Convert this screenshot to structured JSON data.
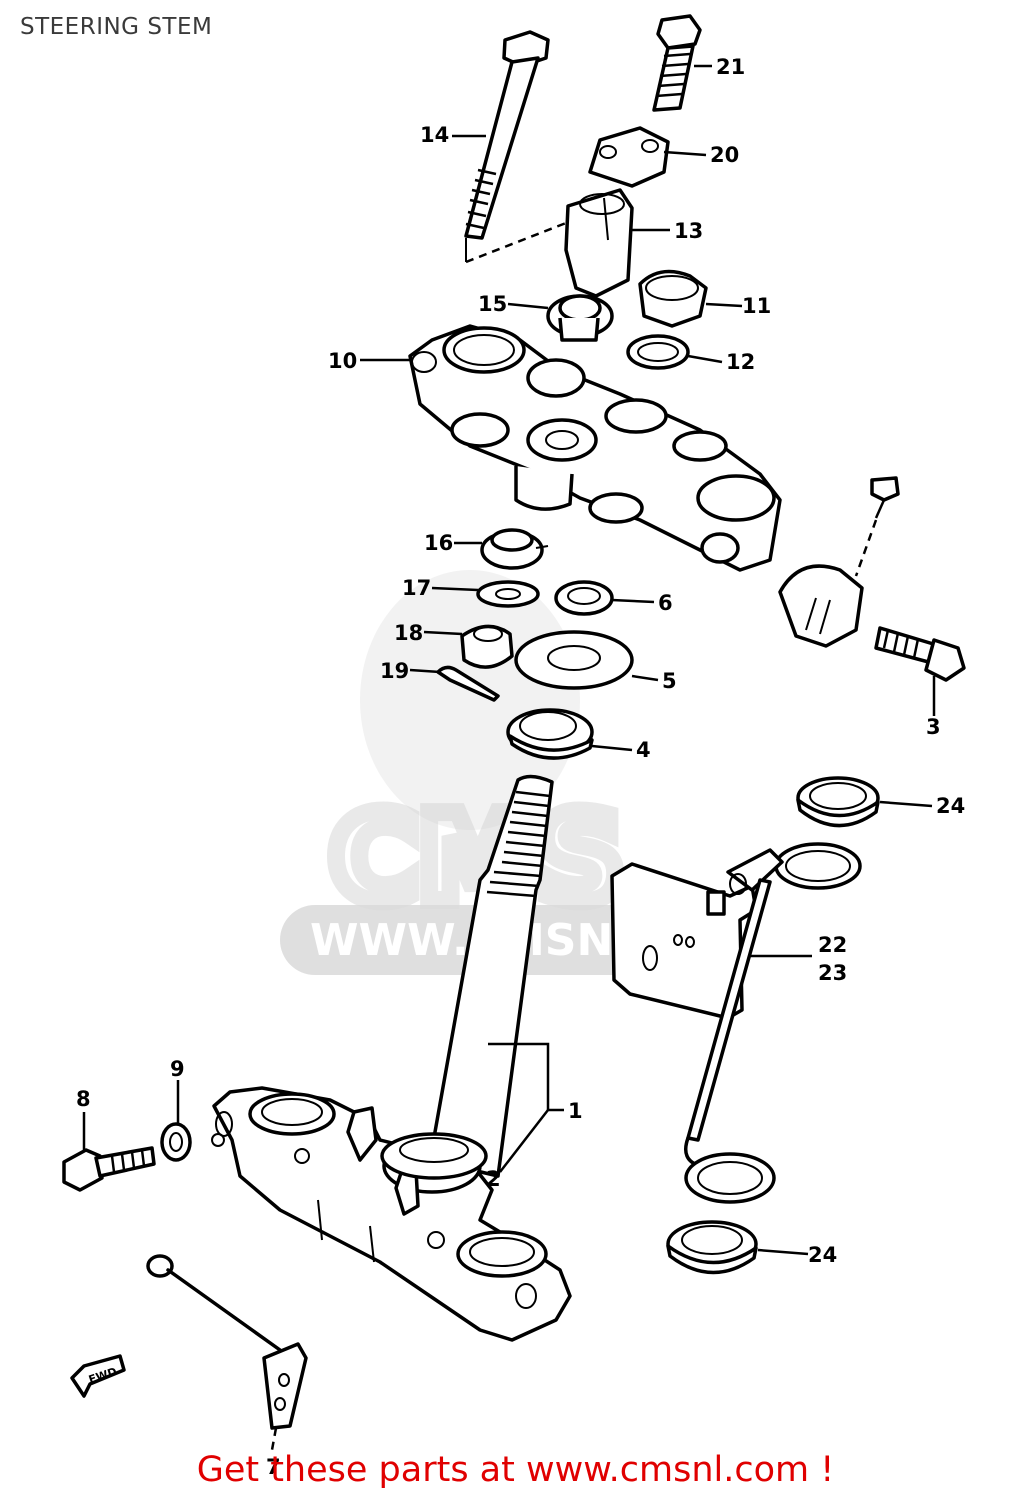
{
  "page": {
    "title": "STEERING STEM",
    "footer": "Get these parts at www.cmsnl.com !"
  },
  "watermark": {
    "logo": "CMS",
    "url": "WWW.CMSNL.COM"
  },
  "diagram": {
    "direction_marker": "FWD",
    "callouts": [
      "1",
      "2",
      "3",
      "4",
      "5",
      "6",
      "7",
      "8",
      "9",
      "10",
      "11",
      "12",
      "13",
      "14",
      "15",
      "16",
      "17",
      "18",
      "19",
      "20",
      "21",
      "22",
      "23",
      "24",
      "24"
    ]
  },
  "colors": {
    "footer_text": "#e00000",
    "line_art": "#000000",
    "watermark": "#d9d9d9"
  }
}
